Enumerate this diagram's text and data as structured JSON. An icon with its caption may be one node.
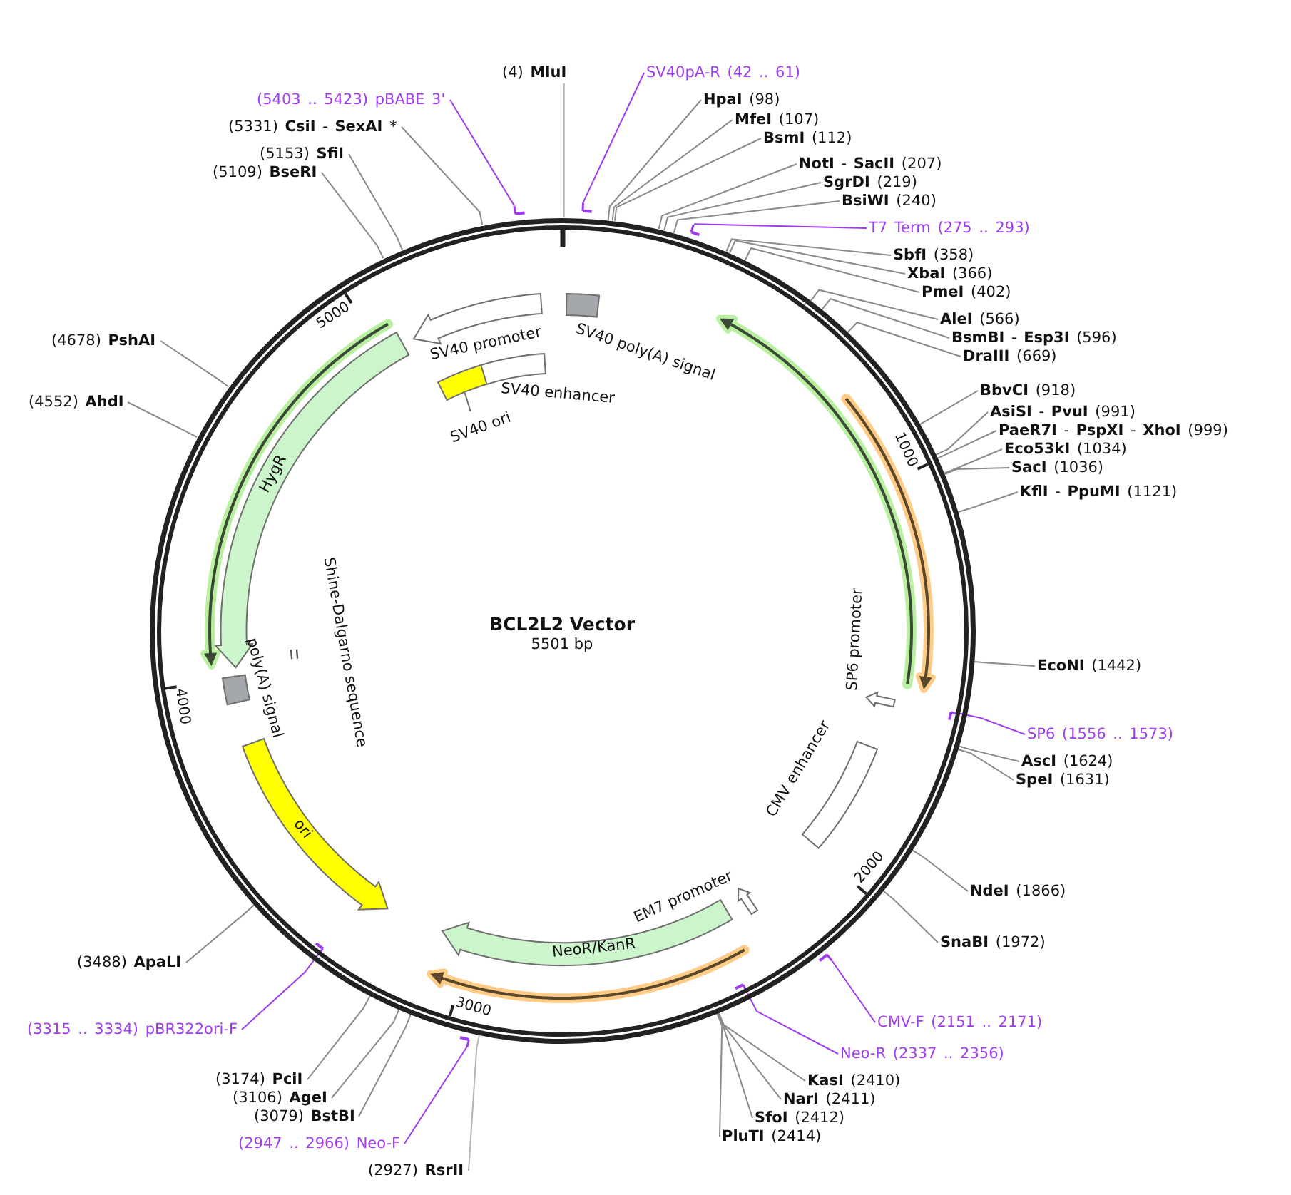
{
  "diagram": {
    "title": "BCL2L2 Vector",
    "nodes": [
      {
        "text": [],
        "shape": "circle"
      },
      {
        "text": [
          "SV40 promoter"
        ],
        "in": 0
      },
      {
        "text": [
          "SV40 poly(A) signal"
        ],
        "in": 0
      },
      {
        "text": [
          "SV40 enhancer"
        ],
        "in": 0
      },
      {
        "text": [
          "SV40 ori"
        ],
        "in": 0
      },
      {
        "text": [
          "HygR"
        ],
        "in": 0
      },
      {
        "text": [
          "Shine-Dalgarno sequence"
        ],
        "in": 0
      },
      {
        "text": [
          "poly(A) signal"
        ],
        "in": 0
      },
      {
        "text": [
          "SP6 promoter"
        ],
        "in": 0
      },
      {
        "text": [
          "ori"
        ],
        "in": 0
      },
      {
        "text": [
          "CMV enhancer"
        ],
        "in": 0
      },
      {
        "text": [
          "EM7 promoter"
        ],
        "in": 0
      },
      {
        "text": [
          "NeoR/KanR"
        ],
        "in": 0
      },
      {
        "text": [
          "(4) **MluI**"
        ]
      },
      {
        "text": [
          "SV40pA-R (42 .. 61)"
        ]
      },
      {
        "text": [],
        "shape": "bar"
      },
      {
        "text": [
          "**HpaI** (98)"
        ]
      },
      {
        "text": [
          "**MfeI** (107)"
        ]
      },
      {
        "text": [
          "**BsmI** (112)"
        ]
      },
      {
        "text": [
          "**NotI** - **SacII** (207)"
        ]
      },
      {
        "text": [
          "**SgrDI** (219)"
        ]
      },
      {
        "text": [
          "**BsiWI** (240)"
        ]
      },
      {
        "text": [
          "T7 Term (275 .. 293)"
        ]
      },
      {
        "text": [],
        "shape": "bar"
      },
      {
        "text": [
          "**SbfI** (358)"
        ]
      },
      {
        "text": [
          "**XbaI** (366)"
        ]
      },
      {
        "text": [
          "**PmeI** (402)"
        ]
      },
      {
        "text": [
          "**AleI** (566)"
        ]
      },
      {
        "text": [
          "**BsmBI** - **Esp3I** (596)"
        ]
      },
      {
        "text": [
          "**DraIII** (669)"
        ]
      },
      {
        "text": [
          "**BbvCI** (918)"
        ]
      },
      {
        "text": [
          "**AsiSI** - **PvuI** (991)"
        ]
      },
      {
        "text": [
          "**PaeR7I** - **PspXI** - **XhoI** (999)"
        ]
      },
      {
        "text": [
          "**Eco53kI** (1034)"
        ]
      },
      {
        "text": [
          "**SacI** (1036)"
        ]
      },
      {
        "text": [
          "**KflI** - **PpuMI** (1121)"
        ]
      },
      {
        "text": [
          "**EcoNI** (1442)"
        ]
      },
      {
        "text": [
          "SP6 (1556 .. 1573)"
        ]
      },
      {
        "text": [],
        "shape": "bar",
        "in": 0
      },
      {
        "text": [
          "**AscI** (1624)"
        ]
      },
      {
        "text": [
          "**SpeI** (1631)"
        ]
      },
      {
        "text": [
          "**NdeI** (1866)"
        ]
      },
      {
        "text": [
          "**SnaBI** (1972)"
        ]
      },
      {
        "text": [
          "CMV-F (2151 .. 2171)"
        ]
      },
      {
        "text": [],
        "shape": "bar"
      },
      {
        "text": [
          "Neo-R (2337 .. 2356)"
        ]
      },
      {
        "text": [],
        "shape": "bar",
        "in": 0
      },
      {
        "text": [
          "**KasI** (2410)"
        ]
      },
      {
        "text": [
          "**NarI** (2411)"
        ]
      },
      {
        "text": [
          "**SfoI** (2412)"
        ]
      },
      {
        "text": [
          "**PluTI** (2414)"
        ]
      },
      {
        "text": [
          "(2927) **RsrII**"
        ]
      },
      {
        "text": [
          "(2947 .. 2966) Neo-F"
        ]
      },
      {
        "text": [],
        "shape": "bar"
      },
      {
        "text": [
          "(3079) **BstBI**"
        ]
      },
      {
        "text": [
          "(3106) **AgeI**"
        ]
      },
      {
        "text": [
          "(3174) **PciI**"
        ]
      },
      {
        "text": [
          "(3315 .. 3334) pBR322ori-F"
        ]
      },
      {
        "text": [],
        "shape": "bar",
        "in": 0
      },
      {
        "text": [
          "(3488) **ApaLI**"
        ]
      },
      {
        "text": [
          "(4552) **AhdI**"
        ]
      },
      {
        "text": [
          "(4678) **PshAI**"
        ]
      },
      {
        "text": [
          "(5109) **BseRI**"
        ]
      },
      {
        "text": [
          "(5153) **SfiI**"
        ]
      },
      {
        "text": [
          "(5331) **CsiI** - **SexAI** *"
        ]
      },
      {
        "text": [
          "(5403 .. 5423) pBABE 3'"
        ]
      },
      {
        "text": [],
        "shape": "bar"
      }
    ],
    "edges": [
      {
        "from": 13,
        "to": 0,
        "arrow": "none",
        "color": "#b4b4b4"
      },
      {
        "from": 14,
        "to": 15,
        "arrow": "none",
        "color": "#9d3cf0"
      },
      {
        "from": 16,
        "to": 0,
        "arrow": "none"
      },
      {
        "from": 17,
        "to": 0,
        "arrow": "none"
      },
      {
        "from": 18,
        "to": 0,
        "arrow": "none"
      },
      {
        "from": 19,
        "to": 0,
        "arrow": "none"
      },
      {
        "from": 20,
        "to": 0,
        "arrow": "none"
      },
      {
        "from": 21,
        "to": 0,
        "arrow": "none"
      },
      {
        "from": 22,
        "to": 23,
        "arrow": "none",
        "color": "#9d3cf0"
      },
      {
        "from": 24,
        "to": 0,
        "arrow": "none"
      },
      {
        "from": 25,
        "to": 0,
        "arrow": "none"
      },
      {
        "from": 26,
        "to": 0,
        "arrow": "none"
      },
      {
        "from": 27,
        "to": 0,
        "arrow": "none"
      },
      {
        "from": 28,
        "to": 0,
        "arrow": "none"
      },
      {
        "from": 29,
        "to": 0,
        "arrow": "none"
      },
      {
        "from": 30,
        "to": 0,
        "arrow": "none"
      },
      {
        "from": 31,
        "to": 0,
        "arrow": "none"
      },
      {
        "from": 32,
        "to": 0,
        "arrow": "none"
      },
      {
        "from": 33,
        "to": 0,
        "arrow": "none"
      },
      {
        "from": 34,
        "to": 0,
        "arrow": "none"
      },
      {
        "from": 35,
        "to": 0,
        "arrow": "none"
      },
      {
        "from": 36,
        "to": 0,
        "arrow": "none"
      },
      {
        "from": 37,
        "to": 38,
        "arrow": "none",
        "color": "#9d3cf0"
      },
      {
        "from": 39,
        "to": 0,
        "arrow": "none"
      },
      {
        "from": 40,
        "to": 0,
        "arrow": "none"
      },
      {
        "from": 41,
        "to": 0,
        "arrow": "none"
      },
      {
        "from": 42,
        "to": 0,
        "arrow": "none"
      },
      {
        "from": 43,
        "to": 44,
        "arrow": "none",
        "color": "#9d3cf0"
      },
      {
        "from": 45,
        "to": 46,
        "arrow": "none",
        "color": "#9d3cf0"
      },
      {
        "from": 47,
        "to": 0,
        "arrow": "none"
      },
      {
        "from": 48,
        "to": 0,
        "arrow": "none"
      },
      {
        "from": 49,
        "to": 0,
        "arrow": "none"
      },
      {
        "from": 50,
        "to": 0,
        "arrow": "none"
      },
      {
        "from": 51,
        "to": 0,
        "arrow": "none",
        "color": "#b4b4b4"
      },
      {
        "from": 52,
        "to": 53,
        "arrow": "none",
        "color": "#9d3cf0"
      },
      {
        "from": 54,
        "to": 0,
        "arrow": "none"
      },
      {
        "from": 55,
        "to": 0,
        "arrow": "none"
      },
      {
        "from": 56,
        "to": 0,
        "arrow": "none"
      },
      {
        "from": 57,
        "to": 58,
        "arrow": "none",
        "color": "#9d3cf0"
      },
      {
        "from": 59,
        "to": 0,
        "arrow": "none"
      },
      {
        "from": 60,
        "to": 0,
        "arrow": "none"
      },
      {
        "from": 61,
        "to": 0,
        "arrow": "none"
      },
      {
        "from": 62,
        "to": 0,
        "arrow": "none"
      },
      {
        "from": 63,
        "to": 0,
        "arrow": "none"
      },
      {
        "from": 64,
        "to": 0,
        "arrow": "none"
      },
      {
        "from": 65,
        "to": 66,
        "arrow": "none",
        "color": "#9d3cf0"
      }
    ],
    "labels": [
      "5000",
      "1000",
      "5501 bp",
      "4000",
      "2000",
      "3000"
    ]
  }
}
